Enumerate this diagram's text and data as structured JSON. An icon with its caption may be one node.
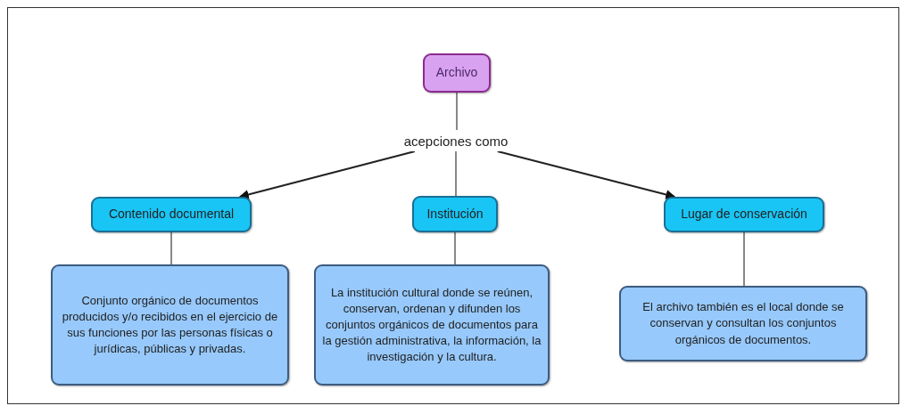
{
  "diagram": {
    "nodes": [
      {
        "text": [
          "Archivo"
        ]
      },
      {
        "text": [
          "acepciones como"
        ]
      },
      {
        "text": [
          "Contenido documental"
        ]
      },
      {
        "text": [
          "Institución"
        ]
      },
      {
        "text": [
          "Lugar de conservación"
        ]
      },
      {
        "text": [
          "Conjunto orgánico de documentos producidos y/o recibidos en el ejercicio de sus funciones por las personas físicas o jurídicas, públicas y privadas."
        ]
      },
      {
        "text": [
          "La institución cultural donde se reúnen, conservan, ordenan y difunden los conjuntos orgánicos de documentos para la gestión administrativa, la información, la investigación y la cultura."
        ]
      },
      {
        "text": [
          "El archivo también es el local donde se conservan y consultan los conjuntos orgánicos de documentos."
        ]
      }
    ],
    "edges": [
      {
        "from": 0,
        "to": 1,
        "arrow": "none"
      },
      {
        "from": 1,
        "to": 2,
        "arrow": "to",
        "color": "#222222"
      },
      {
        "from": 1,
        "to": 3,
        "arrow": "none"
      },
      {
        "from": 1,
        "to": 4,
        "arrow": "to",
        "color": "#222222"
      },
      {
        "from": 2,
        "to": 5,
        "arrow": "none"
      },
      {
        "from": 3,
        "to": 6,
        "arrow": "none"
      },
      {
        "from": 4,
        "to": 7,
        "arrow": "none"
      }
    ]
  }
}
